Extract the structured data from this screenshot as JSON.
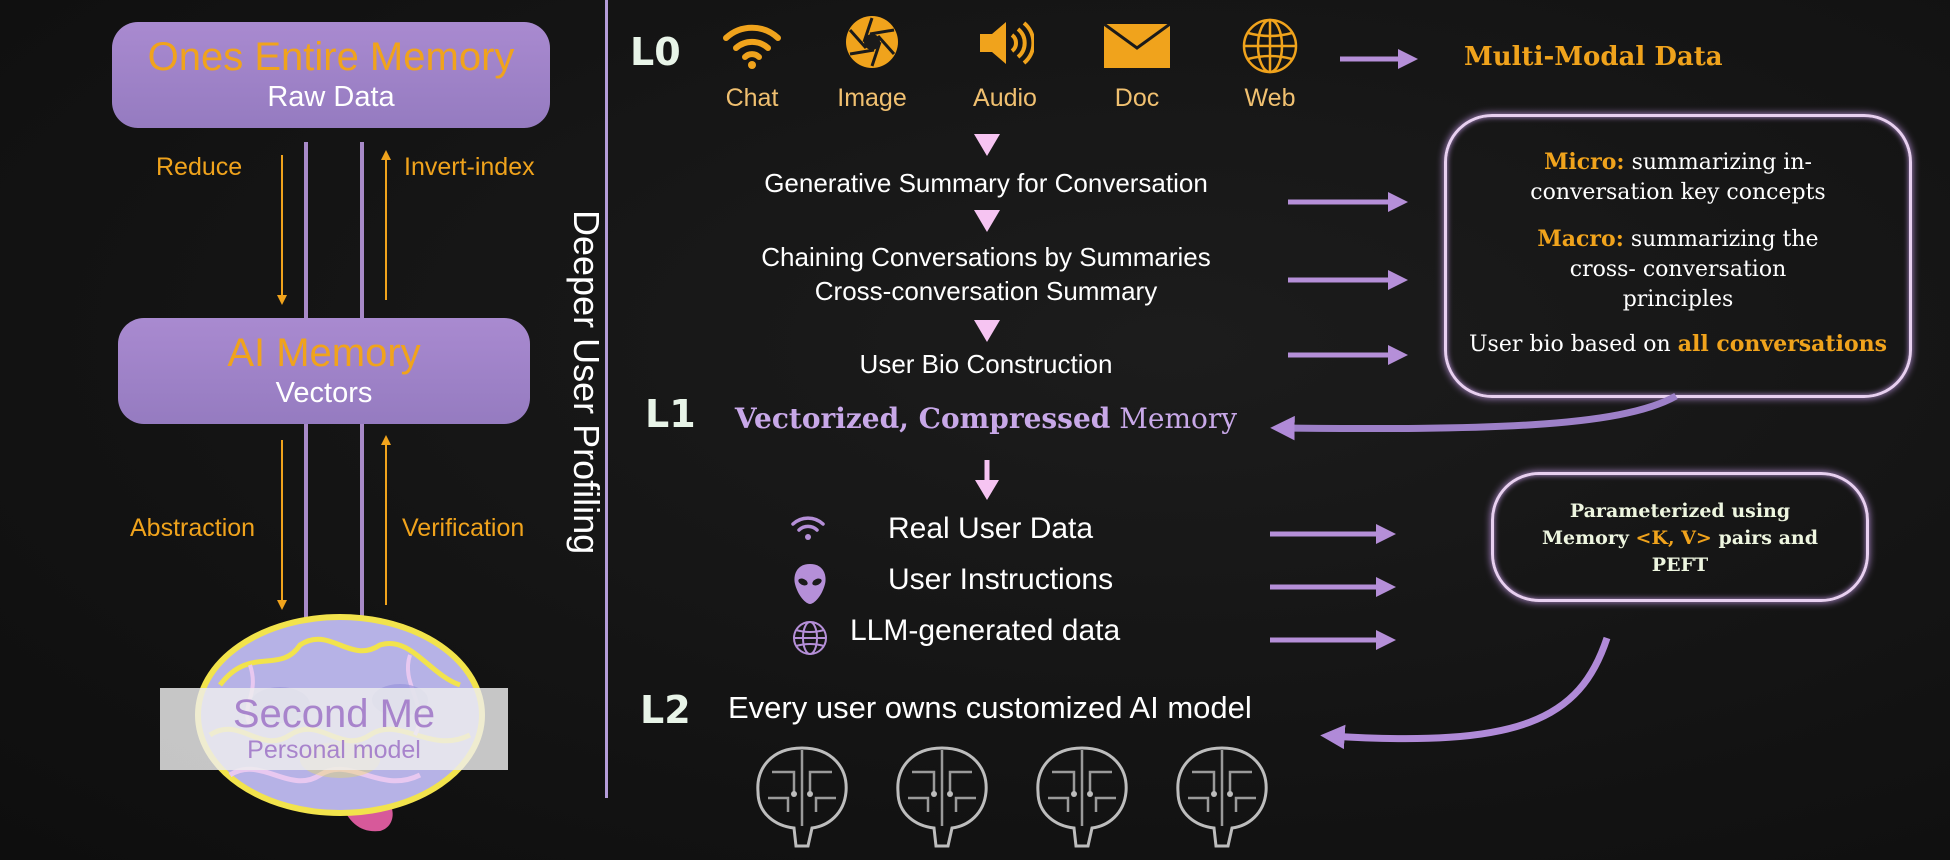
{
  "left": {
    "top_box": {
      "title": "Ones Entire Memory",
      "subtitle": "Raw Data"
    },
    "mid_box": {
      "title": "AI Memory",
      "subtitle": "Vectors"
    },
    "bottom_box": {
      "title": "Second Me",
      "subtitle": "Personal model"
    },
    "labels": {
      "reduce": "Reduce",
      "invert_index": "Invert-index",
      "abstraction": "Abstraction",
      "verification": "Verification"
    },
    "vertical_title": "Deeper User Profiling"
  },
  "levels": {
    "l0": "L0",
    "l1": "L1",
    "l2": "L2"
  },
  "l0": {
    "icons": [
      {
        "label": "Chat",
        "icon": "wifi-icon"
      },
      {
        "label": "Image",
        "icon": "aperture-icon"
      },
      {
        "label": "Audio",
        "icon": "speaker-icon"
      },
      {
        "label": "Doc",
        "icon": "envelope-icon"
      },
      {
        "label": "Web",
        "icon": "globe-icon"
      }
    ],
    "result": "Multi-Modal Data"
  },
  "steps": {
    "s1": "Generative Summary for Conversation",
    "s2_line1": "Chaining Conversations by Summaries",
    "s2_line2": "Cross-conversation Summary",
    "s3": "User Bio Construction"
  },
  "callout1": {
    "micro_label": "Micro:",
    "micro_text_a": "summarizing in-",
    "micro_text_b": "conversation key concepts",
    "macro_label": "Macro:",
    "macro_text_a": "summarizing the",
    "macro_text_b": "cross- conversation",
    "macro_text_c": "principles",
    "bio_text": "User bio based on",
    "bio_hl": "all conversations"
  },
  "l1": {
    "bold_part": "Vectorized, Compressed",
    "plain_part": "Memory"
  },
  "data_rows": [
    {
      "label": "Real User Data",
      "icon": "wifi-icon"
    },
    {
      "label": "User Instructions",
      "icon": "alien-icon"
    },
    {
      "label": "LLM-generated data",
      "icon": "globe-icon"
    }
  ],
  "callout2": {
    "line1": "Parameterized using",
    "line2_a": "Memory",
    "line2_hl": "<K, V>",
    "line2_b": "pairs and",
    "line3": "PEFT"
  },
  "l2": {
    "text": "Every user owns customized AI model"
  },
  "colors": {
    "orange": "#f0a31c",
    "lavender": "#c8a8e8",
    "box": "#a08ac8",
    "arrow": "#b58fd8"
  }
}
